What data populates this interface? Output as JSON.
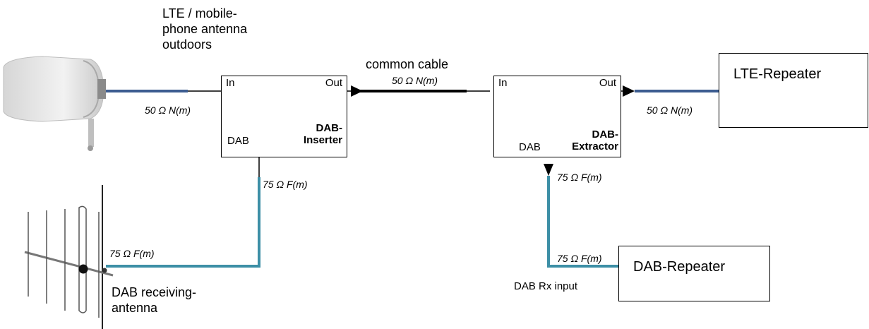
{
  "antennas": {
    "lte": {
      "label": "LTE / mobile-\nphone antenna\noutdoors"
    },
    "dab": {
      "label": "DAB receiving-\nantenna"
    }
  },
  "cables": {
    "lte_to_inserter": "50 Ω N(m)",
    "dab_antenna_to_riser": "75 Ω F(m)",
    "inserter_dab_port": "75 Ω F(m)",
    "common": {
      "title": "common cable",
      "spec": "50 Ω N(m)"
    },
    "extractor_to_lte": "50 Ω N(m)",
    "extractor_dab_port": "75 Ω F(m)",
    "to_dab_repeater": "75 Ω F(m)"
  },
  "inserter": {
    "in": "In",
    "out": "Out",
    "dab": "DAB",
    "name": "DAB-\nInserter"
  },
  "extractor": {
    "in": "In",
    "out": "Out",
    "dab": "DAB",
    "name": "DAB-\nExtractor"
  },
  "devices": {
    "lte_repeater": "LTE-Repeater",
    "dab_repeater": "DAB-Repeater",
    "dab_rx_input": "DAB Rx input"
  },
  "colors": {
    "coax_50": "#3d5d91",
    "coax_75": "#3d8fa6",
    "common_cable": "#000000",
    "line": "#000000"
  }
}
